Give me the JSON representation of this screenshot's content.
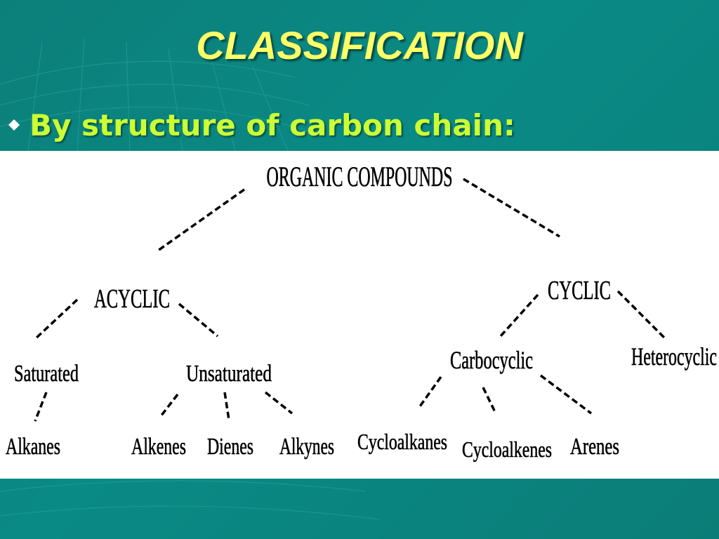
{
  "slide": {
    "title": "CLASSIFICATION",
    "bullet": "By structure of carbon chain:"
  },
  "colors": {
    "background": "#0a8a85",
    "title": "#ffff66",
    "bullet_text": "#ccff33",
    "bullet_icon": "#ffffff",
    "diagram_background": "#ffffff"
  },
  "icons": {
    "bullet": "diamond-bullet-icon"
  },
  "diagram": {
    "nodes": {
      "root": "ORGANIC COMPOUNDS",
      "acyclic": "ACYCLIC",
      "cyclic": "CYCLIC",
      "saturated": "Saturated",
      "unsaturated": "Unsaturated",
      "carbocyclic": "Carbocyclic",
      "heterocyclic": "Heterocyclic",
      "alkanes": "Alkanes",
      "alkenes": "Alkenes",
      "dienes": "Dienes",
      "alkynes": "Alkynes",
      "cycloalkanes": "Cycloalkanes",
      "cycloalkenes": "Cycloalkenes",
      "arenes": "Arenes"
    },
    "edges": [
      [
        "root",
        "acyclic"
      ],
      [
        "root",
        "cyclic"
      ],
      [
        "acyclic",
        "saturated"
      ],
      [
        "acyclic",
        "unsaturated"
      ],
      [
        "cyclic",
        "carbocyclic"
      ],
      [
        "cyclic",
        "heterocyclic"
      ],
      [
        "saturated",
        "alkanes"
      ],
      [
        "unsaturated",
        "alkenes"
      ],
      [
        "unsaturated",
        "dienes"
      ],
      [
        "unsaturated",
        "alkynes"
      ],
      [
        "carbocyclic",
        "cycloalkanes"
      ],
      [
        "carbocyclic",
        "cycloalkenes"
      ],
      [
        "carbocyclic",
        "arenes"
      ]
    ]
  }
}
